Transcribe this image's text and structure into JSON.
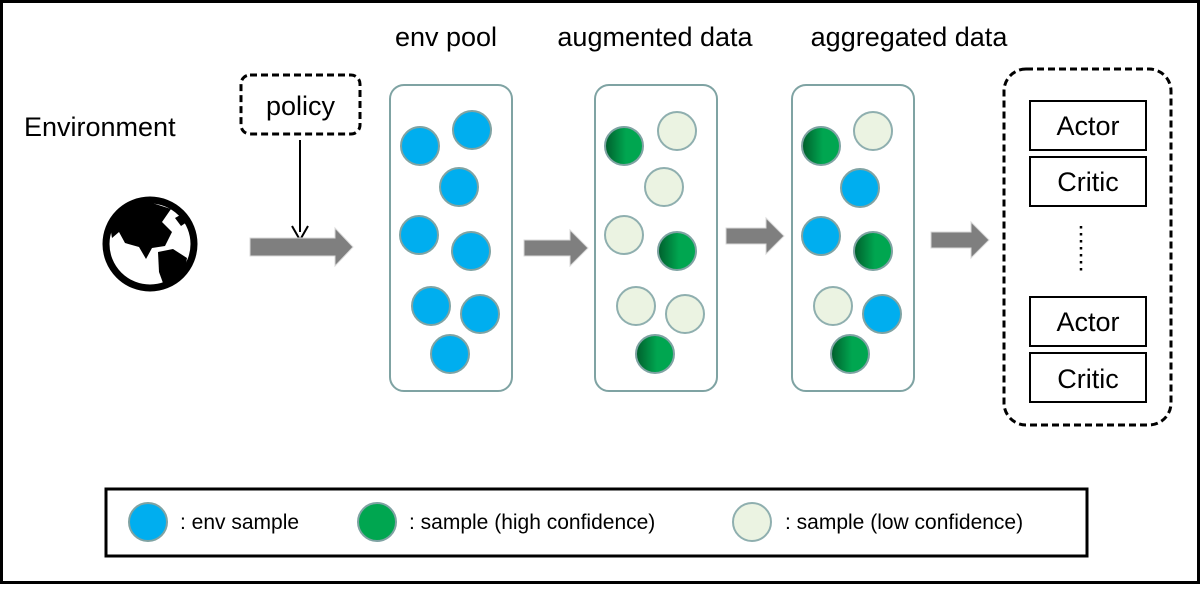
{
  "labels": {
    "environment": "Environment",
    "policy": "policy",
    "env_pool": "env pool",
    "augmented_data": "augmented data",
    "aggregated_data": "aggregated data"
  },
  "networks": [
    "Actor",
    "Critic",
    "Actor",
    "Critic"
  ],
  "legend": {
    "env_sample": ": env sample",
    "high_confidence": ": sample (high confidence)",
    "low_confidence": ": sample (low confidence)"
  },
  "colors": {
    "env_sample": "#00AEEF",
    "high_confidence": "#00A650",
    "low_confidence": "#EBF3E2",
    "pool_border": "#7FA3A3",
    "arrow": "#7F7F7F"
  },
  "pools": {
    "env_pool": [
      "env",
      "env",
      "env",
      "env",
      "env",
      "env",
      "env",
      "env"
    ],
    "augmented_data": [
      "high",
      "low",
      "low",
      "low",
      "high",
      "low",
      "low",
      "high"
    ],
    "aggregated_data": [
      "high",
      "low",
      "env",
      "env",
      "high",
      "low",
      "env",
      "high"
    ]
  }
}
